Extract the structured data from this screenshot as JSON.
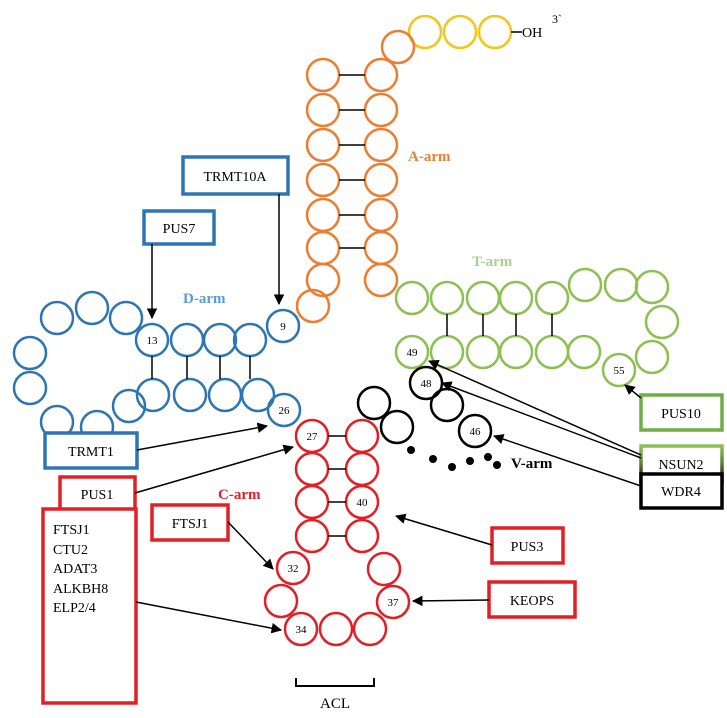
{
  "terminal": {
    "oh": "OH",
    "three_prime": "3`"
  },
  "arms": {
    "a_arm": "A-arm",
    "d_arm": "D-arm",
    "t_arm": "T-arm",
    "v_arm": "V-arm",
    "c_arm": "C-arm",
    "acl": "ACL"
  },
  "positions": {
    "p9": "9",
    "p13": "13",
    "p26": "26",
    "p27": "27",
    "p32": "32",
    "p34": "34",
    "p37": "37",
    "p40": "40",
    "p46": "46",
    "p48": "48",
    "p49": "49",
    "p55": "55"
  },
  "enzymes": {
    "trmt10a": "TRMT10A",
    "pus7": "PUS7",
    "trmt1": "TRMT1",
    "pus1": "PUS1",
    "ftsj1": "FTSJ1",
    "pus3": "PUS3",
    "keops": "KEOPS",
    "pus10": "PUS10",
    "nsun2": "NSUN2",
    "wdr4": "WDR4",
    "multi_list": [
      "FTSJ1",
      "CTU2",
      "ADAT3",
      "ALKBH8",
      "ELP2/4"
    ]
  },
  "colors": {
    "a_arm": "#ED7D31",
    "acceptor_tail": "#F5C518",
    "d_arm": "#2E75B6",
    "t_arm": "#8CC152",
    "c_arm": "#E31E24",
    "v_arm": "#000000"
  }
}
